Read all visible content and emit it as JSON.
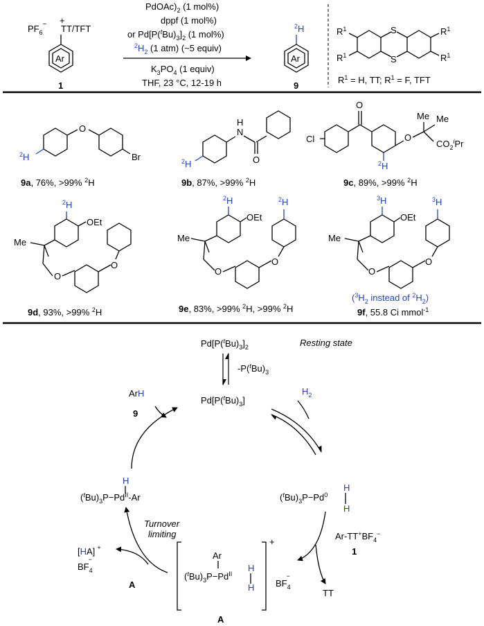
{
  "reaction": {
    "reagent_pf6": "PF",
    "reagent_pf6_sub": "6",
    "reagent_pf6_sup": "−",
    "reagent_tt": "TT/TFT",
    "reagent_tt_sup": "+",
    "ar": "Ar",
    "compound_start": "1",
    "cond1": "PdOAc)",
    "cond1_sub": "2",
    "cond1_tail": " (1 mol%)",
    "cond2": "dppf (1 mol%)",
    "cond3_a": "or Pd[P(",
    "cond3_t": "t",
    "cond3_b": "Bu)",
    "cond3_sub": "3",
    "cond3_c": "]",
    "cond3_sub2": "2",
    "cond3_d": " (1 mol%)",
    "cond4_sup": "2",
    "cond4_h": "H",
    "cond4_sub": "2",
    "cond4_tail": " (1 atm) (~5 equiv)",
    "cond5_a": "K",
    "cond5_sub": "3",
    "cond5_b": "PO",
    "cond5_sub2": "4",
    "cond5_c": " (1 equiv)",
    "cond6": "THF, 23 °C, 12-19 h",
    "product_d": "H",
    "product_d_sup": "2",
    "compound_product": "9",
    "thianthrene_r": "R",
    "thianthrene_r_sup": "1",
    "thianthrene_s": "S",
    "r_def_a": "R",
    "r_def_b": " = H, TT; R",
    "r_def_c": " = F, TFT"
  },
  "products": [
    {
      "bold": "9a",
      "text": ", 76%, >99% ",
      "sup": "2",
      "h": "H"
    },
    {
      "bold": "9b",
      "text": ", 87%, >99% ",
      "sup": "2",
      "h": "H"
    },
    {
      "bold": "9c",
      "text": ", 89%, >99% ",
      "sup": "2",
      "h": "H"
    },
    {
      "bold": "9d",
      "text": ", 93%, >99% ",
      "sup": "2",
      "h": "H"
    },
    {
      "bold": "9e",
      "text": ", 83%, >99% ",
      "sup": "2",
      "h": "H",
      "text2": ", >99% ",
      "sup2": "2",
      "h2": "H"
    },
    {
      "bold": "9f",
      "text": ", 55.8 Ci mmol",
      "sup": "-1"
    }
  ],
  "structure_labels": {
    "o": "O",
    "br": "Br",
    "cl": "Cl",
    "n": "N",
    "nh": "H",
    "oet": "OEt",
    "me": "Me",
    "co2": "CO",
    "co2_sub": "2",
    "ipr": "i",
    "pr": "Pr",
    "d_sup": "2",
    "t_sup": "3",
    "h": "H",
    "note_9f_a": "(",
    "note_9f_sup1": "3",
    "note_9f_b": "H",
    "note_9f_sub1": "2",
    "note_9f_c": " instead of ",
    "note_9f_sup2": "2",
    "note_9f_d": "H",
    "note_9f_sub2": "2",
    "note_9f_e": ")"
  },
  "cycle": {
    "resting_a": "Pd[P(",
    "resting_t": "t",
    "resting_b": "Bu)",
    "resting_sub": "3",
    "resting_c": "]",
    "resting_sub2": "2",
    "resting_label": "Resting state",
    "loss_a": "-P(",
    "loss_t": "t",
    "loss_b": "Bu)",
    "loss_sub": "3",
    "mono_a": "Pd[P(",
    "mono_t": "t",
    "mono_b": "Bu)",
    "mono_sub": "3",
    "mono_c": "]",
    "h2": "H",
    "h2_sub": "2",
    "arh_ar": "Ar",
    "arh_h": "H",
    "arh_num": "9",
    "pd0_a": "(",
    "pd0_t": "t",
    "pd0_b": "Bu)",
    "pd0_sub": "3",
    "pd0_c": "P−Pd",
    "pd0_sup": "0",
    "pd0_h": "H",
    "pd2_a": "(",
    "pd2_t": "t",
    "pd2_b": "Bu)",
    "pd2_sub": "3",
    "pd2_c": "P−Pd",
    "pd2_sup": "II",
    "pd2_d": "-Ar",
    "pd2_h": "H",
    "artt_a": "Ar-TT",
    "artt_sup": "+",
    "artt_b": "BF",
    "artt_sub": "4",
    "artt_sup2": "−",
    "artt_num": "1",
    "tt": "TT",
    "turnover1": "Turnover",
    "turnover2": "limiting",
    "ha_a": "[",
    "ha_h": "H",
    "ha_b": "A]",
    "ha_sup": "+",
    "bf4_a": "BF",
    "bf4_sub": "4",
    "bf4_sup": "−",
    "a_left": "A",
    "int_a": "(",
    "int_t": "t",
    "int_b": "Bu)",
    "int_sub": "3",
    "int_c": "P−Pd",
    "int_sup": "II",
    "int_ar": "Ar",
    "int_h": "H",
    "int_plus": "+",
    "int_bf": "BF",
    "int_bf_sub": "4",
    "int_bf_sup": "−",
    "int_label": "A"
  },
  "colors": {
    "accent": "#1f3fd6",
    "text": "#000000"
  }
}
